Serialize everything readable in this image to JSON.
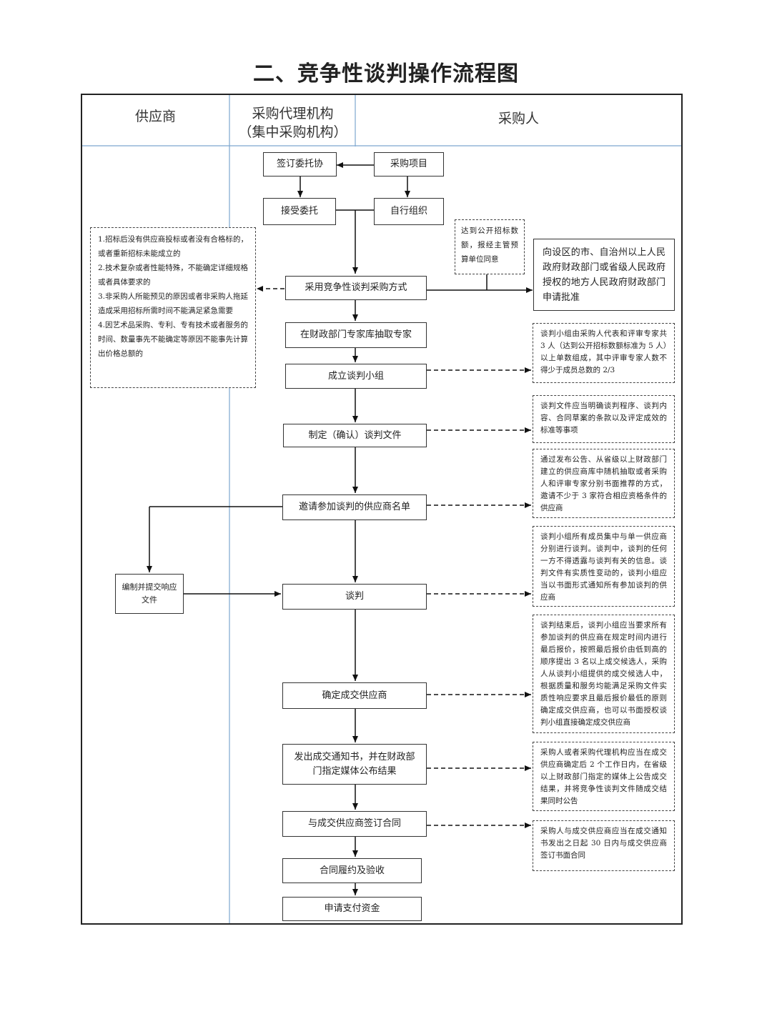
{
  "title": "二、竞争性谈判操作流程图",
  "columns": {
    "supplier": "供应商",
    "agency_line1": "采购代理机构",
    "agency_line2": "（集中采购机构）",
    "purchaser": "采购人"
  },
  "steps": {
    "sign_entrust": "签订委托协",
    "project": "采购项目",
    "accept_entrust": "接受委托",
    "self_organize": "自行组织",
    "adopt_method": "采用竞争性谈判采购方式",
    "extract_experts": "在财政部门专家库抽取专家",
    "form_group": "成立谈判小组",
    "make_docs": "制定（确认）谈判文件",
    "invite_list": "邀请参加谈判的供应商名单",
    "compile_submit": "编制并提交响应文件",
    "negotiate": "谈判",
    "determine_supplier": "确定成交供应商",
    "issue_notice": "发出成交通知书，并在财政部门指定媒体公布结果",
    "sign_contract": "与成交供应商签订合同",
    "perform_accept": "合同履约及验收",
    "apply_payment": "申请支付资金"
  },
  "notes": {
    "public_tender": "达到公开招标数额，报经主管预算单位同意",
    "approval": "向设区的市、自治州以上人民政府财政部门或省级人民政府授权的地方人民政府财政部门申请批准",
    "conditions": [
      "1.招标后没有供应商投标或者没有合格标的，或者重新招标未能成立的",
      "2.技术复杂或者性能特殊，不能确定详细规格或者具体要求的",
      "3.非采购人所能预见的原因或者非采购人拖延造成采用招标所需时间不能满足紧急需要",
      "4.因艺术品采购、专利、专有技术或者服务的时间、数量事先不能确定等原因不能事先计算出价格总额的"
    ],
    "group_composition": "谈判小组由采购人代表和评审专家共 3 人（达到公开招标数额标准为 5 人）以上单数组成，其中评审专家人数不得少于成员总数的 2/3",
    "doc_content": "谈判文件应当明确谈判程序、谈判内容、合同草案的条款以及评定成效的标准等事项",
    "invite_method": "通过发布公告、从省级以上财政部门建立的供应商库中随机抽取或者采购人和评审专家分别书面推荐的方式，邀请不少于 3 家符合相应资格条件的供应商",
    "negotiation_rule": "谈判小组所有成员集中与单一供应商分别进行谈判。谈判中，谈判的任何一方不得透露与谈判有关的信息。谈判文件有实质性变动的，谈判小组应当以书面形式通知所有参加谈判的供应商",
    "determine_rule": "谈判结束后，谈判小组应当要求所有参加谈判的供应商在规定时间内进行最后报价，按照最后报价由低到高的顺序提出 3 名以上成交候选人，采购人从谈判小组提供的成交候选人中，根据质量和服务均能满足采购文件实质性响应要求且最后报价最低的原则确定成交供应商，也可以书面授权谈判小组直接确定成交供应商",
    "announce_rule": "采购人或者采购代理机构应当在成交供应商确定后 2 个工作日内，在省级以上财政部门指定的媒体上公告成交结果，并将竞争性谈判文件随成交结果同时公告",
    "contract_rule": "采购人与成交供应商应当在成交通知书发出之日起 30 日内与成交供应商签订书面合同"
  }
}
